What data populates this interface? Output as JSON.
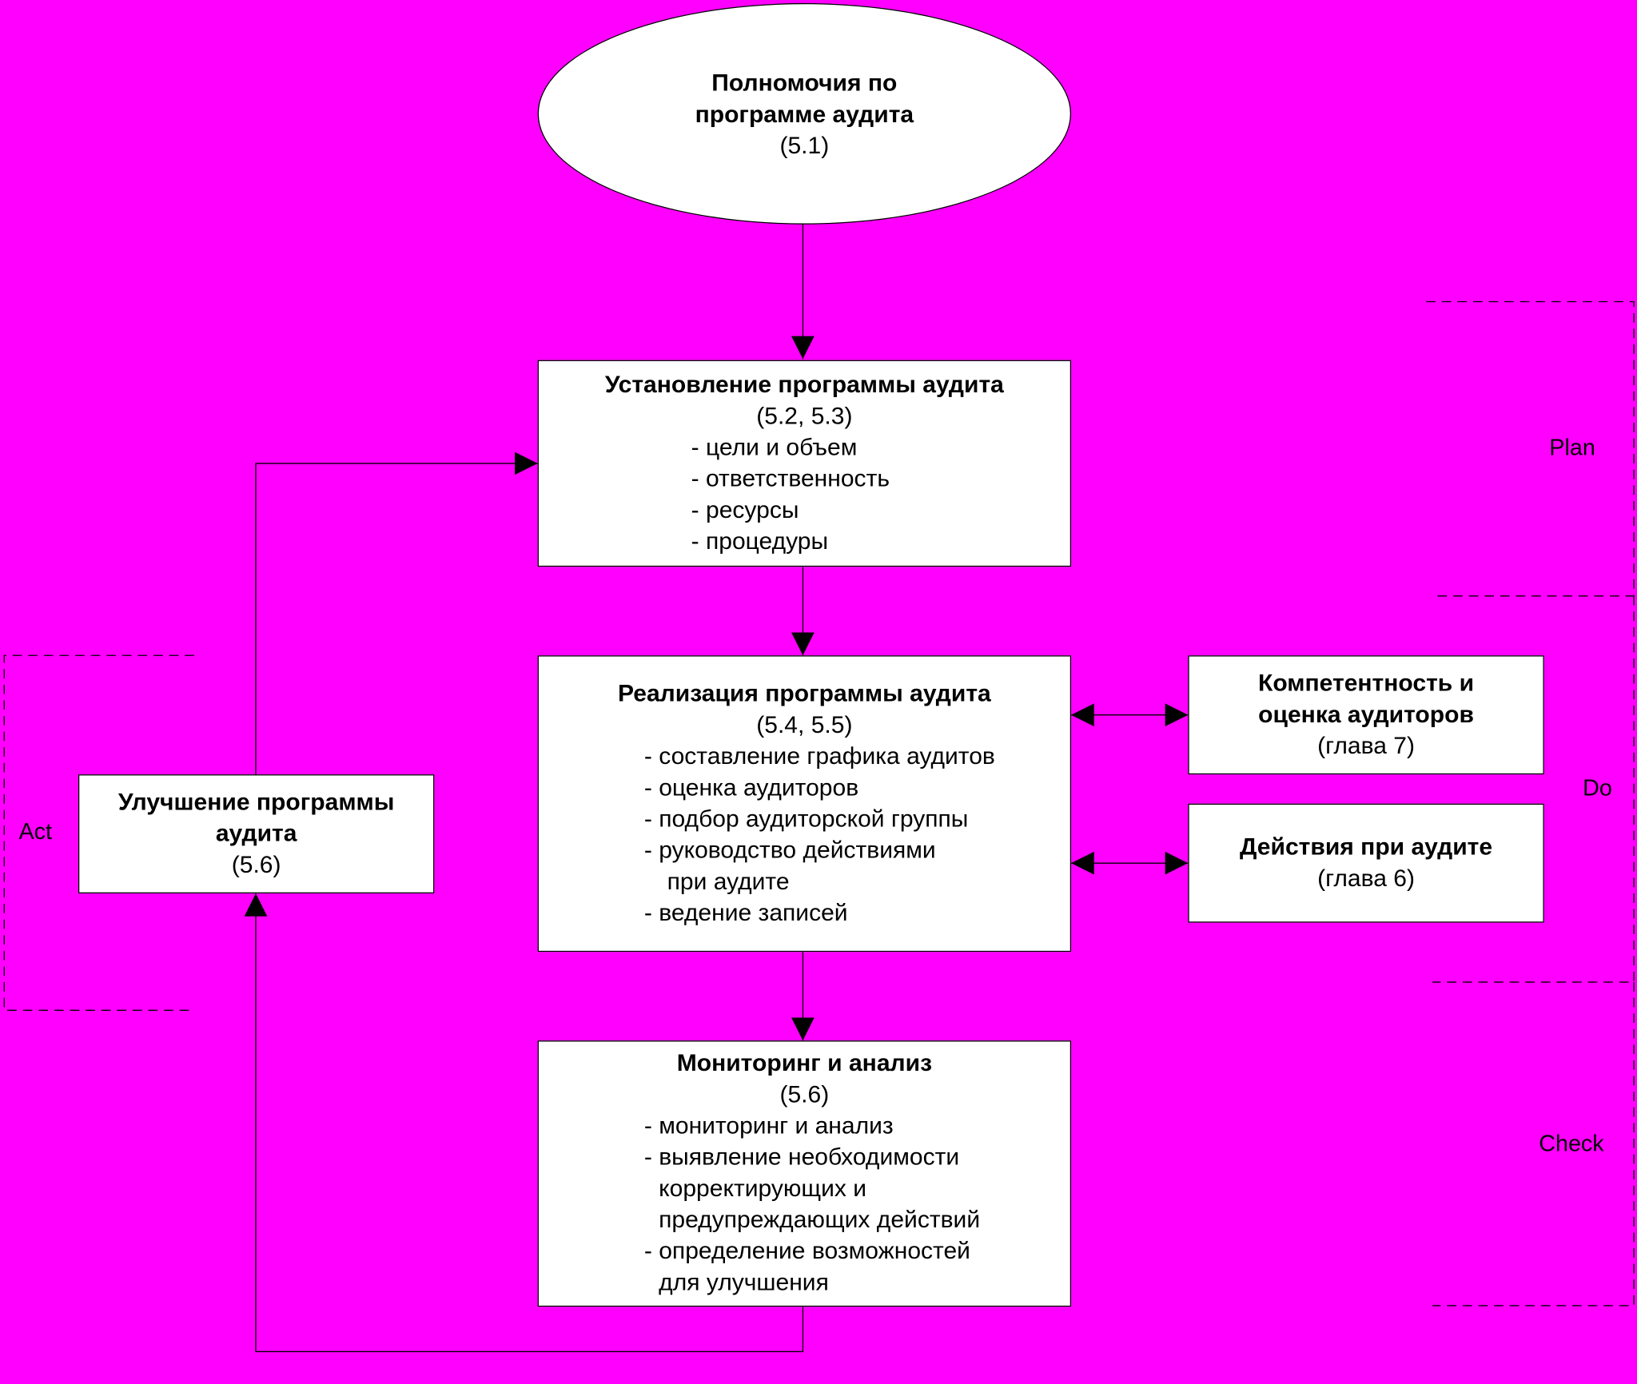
{
  "colors": {
    "background": "#ff00ff",
    "box": "#ffffff",
    "line": "#000000"
  },
  "mandate": {
    "title": "Полномочия по программе аудита",
    "ref": "(5.1)"
  },
  "establish": {
    "title": "Установление программы аудита",
    "ref": "(5.2, 5.3)",
    "items": [
      "- цели и объем",
      "- ответственность",
      "- ресурсы",
      "- процедуры"
    ]
  },
  "implement": {
    "title": "Реализация программы аудита",
    "ref": "(5.4, 5.5)",
    "items": [
      "- составление графика аудитов",
      "- оценка аудиторов",
      "- подбор аудиторской группы",
      "- руководство действиями",
      "при аудите",
      "- ведение записей"
    ]
  },
  "monitor": {
    "title": "Мониторинг и анализ",
    "ref": "(5.6)",
    "items": [
      "- мониторинг и анализ",
      "- выявление необходимости",
      "корректирующих и",
      "предупреждающих действий",
      "- определение возможностей",
      "для улучшения"
    ]
  },
  "improve": {
    "title": "Улучшение программы аудита",
    "ref": "(5.6)"
  },
  "competence": {
    "title": "Компетентность и оценка аудиторов",
    "ref": "(глава 7)"
  },
  "activities": {
    "title": "Действия при аудите",
    "ref": "(глава 6)"
  },
  "phases": {
    "plan": "Plan",
    "do": "Do",
    "check": "Check",
    "act": "Act"
  }
}
